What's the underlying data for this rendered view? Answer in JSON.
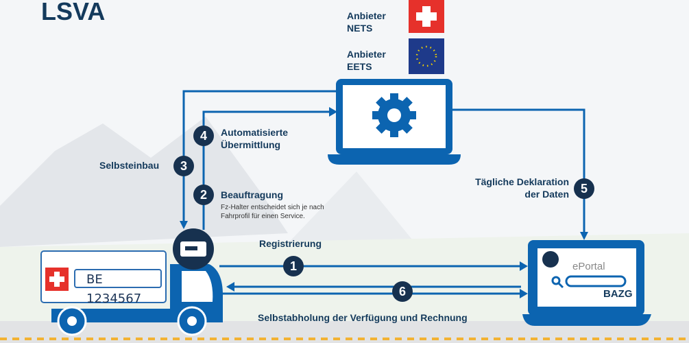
{
  "title": "LSVA",
  "providers": [
    {
      "line1": "Anbieter",
      "line2": "NETS",
      "flag": "swiss-flag"
    },
    {
      "line1": "Anbieter",
      "line2": "EETS",
      "flag": "eu-flag"
    }
  ],
  "steps": [
    {
      "number": "1",
      "label": "Registrierung"
    },
    {
      "number": "2",
      "label": "Beauftragung",
      "note1": "Fz-Halter entscheidet sich je nach",
      "note2": "Fahrprofil für einen Service."
    },
    {
      "number": "3",
      "label": "Selbsteinbau"
    },
    {
      "number": "4",
      "label1": "Automatisierte",
      "label2": "Übermittlung"
    },
    {
      "number": "5",
      "label1": "Tägliche Deklaration",
      "label2": "der Daten"
    },
    {
      "number": "6",
      "label": "Selbstabholung der Verfügung und Rechnung"
    }
  ],
  "truck": {
    "plate": "BE 1234567"
  },
  "portal": {
    "name": "ePortal",
    "org": "BAZG"
  },
  "colors": {
    "blue": "#0c64b0",
    "navy": "#17314f",
    "red": "#e6312b",
    "eu": "#1e3a8a"
  }
}
